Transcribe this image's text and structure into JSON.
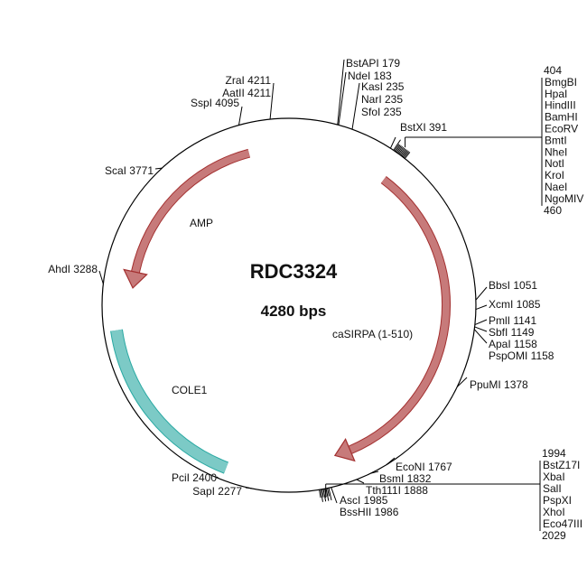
{
  "plasmid": {
    "name": "RDC3324",
    "size_label": "4280 bps",
    "length": 4280
  },
  "colors": {
    "backbone": "#000000",
    "cds_fill": "#c77a7a",
    "cds_stroke": "#a33030",
    "ori_fill": "#7ccac6",
    "ori_stroke": "#2aa9a3"
  },
  "features": [
    {
      "name": "AMP",
      "start": 4105,
      "end": 3285,
      "type": "cds"
    },
    {
      "name": "caSIRPA (1-510)",
      "start": 440,
      "end": 1938,
      "type": "cds"
    },
    {
      "name": "COLE1",
      "start": 2391,
      "end": 3112,
      "type": "ori"
    }
  ],
  "sites": [
    {
      "label": "BstAPI 179",
      "pos": 179
    },
    {
      "label": "NdeI 183",
      "pos": 183
    },
    {
      "label": "KasI 235",
      "pos": 235
    },
    {
      "label": "NarI 235",
      "pos": 235
    },
    {
      "label": "SfoI 235",
      "pos": 235
    },
    {
      "label": "BstXI 391",
      "pos": 391
    },
    {
      "label": "ZraI 4211",
      "pos": 4211
    },
    {
      "label": "AatII 4211",
      "pos": 4211
    },
    {
      "label": "SspI 4095",
      "pos": 4095
    },
    {
      "label": "ScaI 3771",
      "pos": 3771
    },
    {
      "label": "AhdI 3288",
      "pos": 3288
    },
    {
      "label": "BbsI 1051",
      "pos": 1051
    },
    {
      "label": "XcmI 1085",
      "pos": 1085
    },
    {
      "label": "PmlI 1141",
      "pos": 1141
    },
    {
      "label": "SbfI 1149",
      "pos": 1149
    },
    {
      "label": "ApaI 1158",
      "pos": 1158
    },
    {
      "label": "PspOMI 1158",
      "pos": 1158
    },
    {
      "label": "PpuMI 1378",
      "pos": 1378
    },
    {
      "label": "EcoNI 1767",
      "pos": 1767
    },
    {
      "label": "BsmI 1832",
      "pos": 1832
    },
    {
      "label": "Tth111I 1888",
      "pos": 1888
    },
    {
      "label": "AscI 1985",
      "pos": 1985
    },
    {
      "label": "BssHII 1986",
      "pos": 1986
    },
    {
      "label": "SapI 2277",
      "pos": 2277
    },
    {
      "label": "PciI 2400",
      "pos": 2400
    }
  ],
  "mcs1": {
    "start": "404",
    "end": "460",
    "sites": [
      "BmgBI",
      "HpaI",
      "HindIII",
      "BamHI",
      "EcoRV",
      "BmtI",
      "NheI",
      "NotI",
      "KroI",
      "NaeI",
      "NgoMIV"
    ]
  },
  "mcs2": {
    "start": "1994",
    "end": "2029",
    "sites": [
      "BstZ17I",
      "XbaI",
      "SalI",
      "PspXI",
      "XhoI",
      "Eco47III"
    ]
  }
}
